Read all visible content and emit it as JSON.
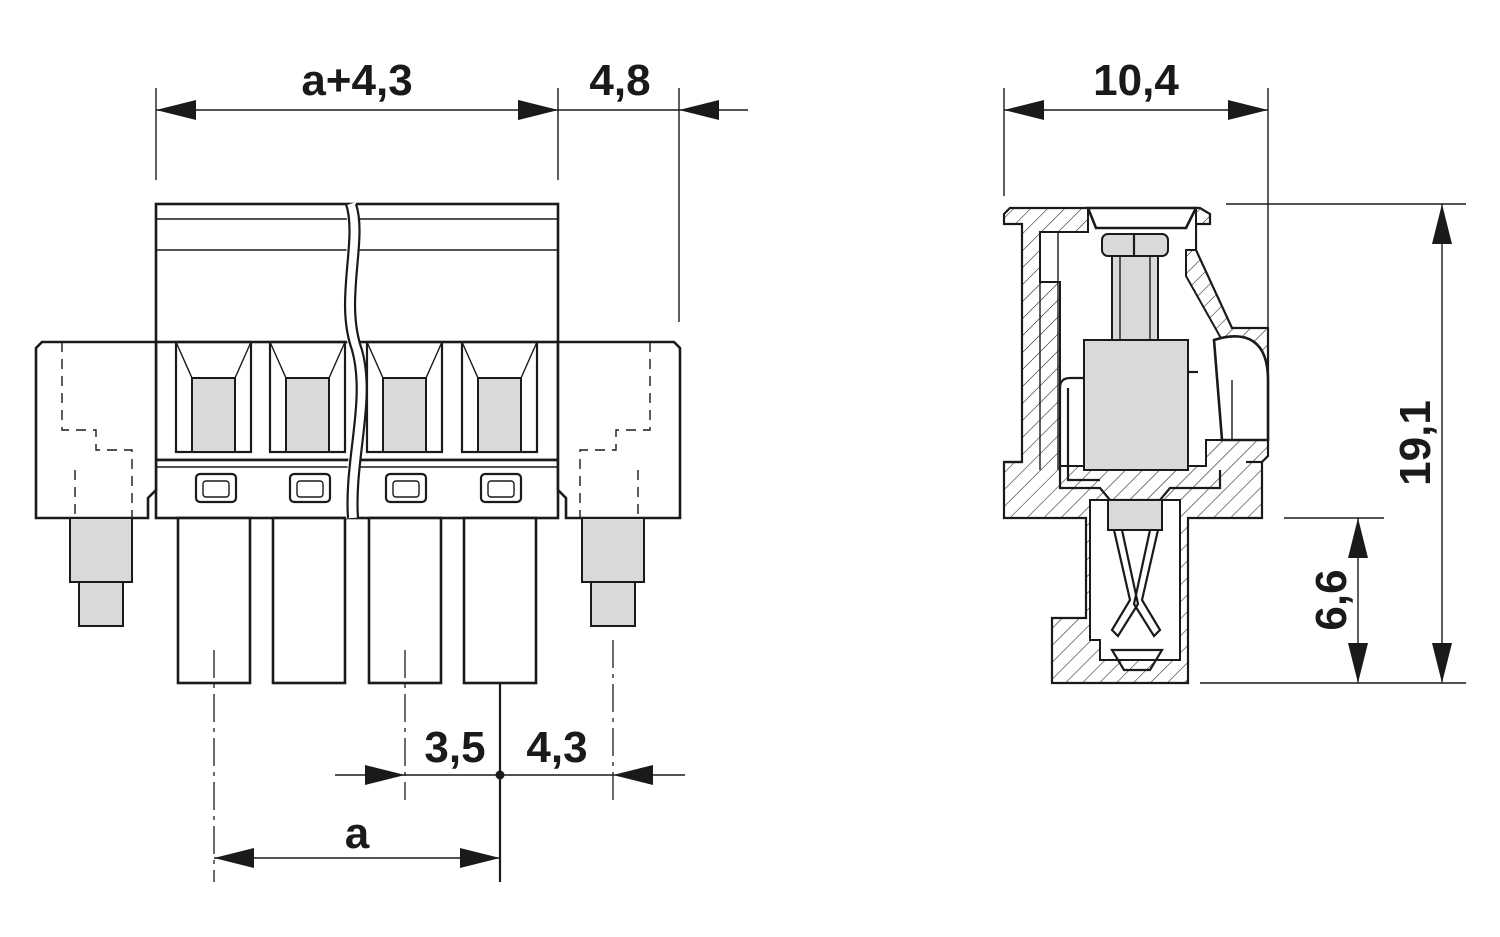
{
  "dimensions": {
    "front_total_width": "a+4,3",
    "front_end_offset": "4,8",
    "pitch_half": "3,5",
    "end_pin_offset": "4,3",
    "pitch": "a",
    "side_depth": "10,4",
    "side_height": "19,1",
    "pin_length": "6,6"
  }
}
